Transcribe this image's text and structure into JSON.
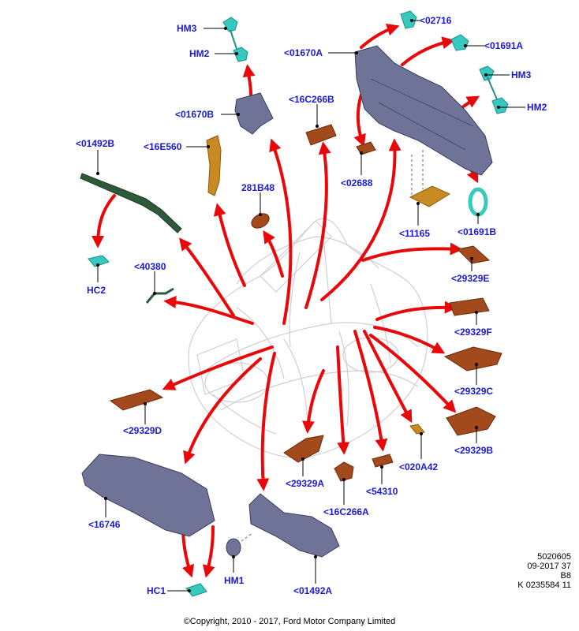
{
  "labels": {
    "hm3_top": "HM3",
    "hm2_top": "HM2",
    "c01670b": "<01670B",
    "c16c266b": "<16C266B",
    "c01670a": "<01670A",
    "c02716": "<02716",
    "c01691a": "<01691A",
    "hm3_right": "HM3",
    "hm2_right": "HM2",
    "c01492b_top": "<01492B",
    "c16e560": "<16E560",
    "c281b48": "281B48",
    "c02688": "<02688",
    "c11165": "<11165",
    "c01691b": "<01691B",
    "hc2": "HC2",
    "c40380": "<40380",
    "c29329e": "<29329E",
    "c29329f": "<29329F",
    "c29329c": "<29329C",
    "c29329d": "<29329D",
    "c29329b": "<29329B",
    "c020a42": "<020A42",
    "c29329a": "<29329A",
    "c54310": "<54310",
    "c16c266a": "<16C266A",
    "c16746": "<16746",
    "hm1": "HM1",
    "c01492a": "<01492A",
    "hc1": "HC1"
  },
  "meta": {
    "line1": "5020605",
    "line2": "09-2017 37",
    "line3": "B8",
    "line4": "K 0235584 11"
  },
  "copyright": "©Copyright, 2010 - 2017, Ford Motor Company Limited",
  "colors": {
    "label_blue": "#1a1ad6",
    "arrow_red": "#e8080a",
    "part_brown": "#a34a1c",
    "part_steel": "#6f7398",
    "part_green": "#2e5a3a",
    "part_cyan": "#36c9c0",
    "part_gold": "#c88a22"
  }
}
